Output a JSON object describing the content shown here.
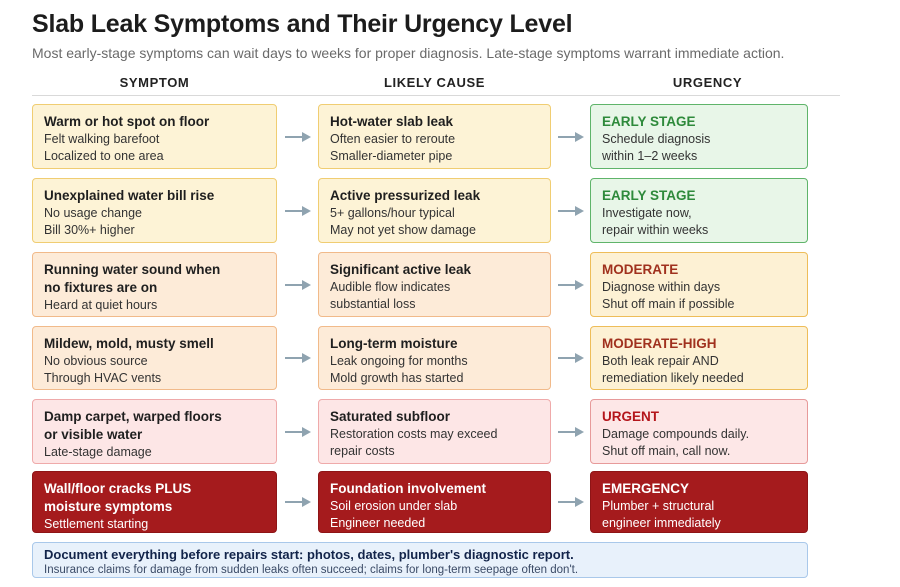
{
  "title": "Slab Leak Symptoms and Their Urgency Level",
  "subtitle": "Most early-stage symptoms can wait days to weeks for proper diagnosis. Late-stage symptoms warrant immediate action.",
  "columns": {
    "symptom": "SYMPTOM",
    "cause": "LIKELY CAUSE",
    "urgency": "URGENCY"
  },
  "rows": [
    {
      "symptom": {
        "head": [
          "Warm or hot spot on floor"
        ],
        "lines": [
          "Felt walking barefoot",
          "Localized to one area"
        ]
      },
      "cause": {
        "head": [
          "Hot-water slab leak"
        ],
        "lines": [
          "Often easier to reroute",
          "Smaller-diameter pipe"
        ]
      },
      "urgency": {
        "head": [
          "EARLY STAGE"
        ],
        "lines": [
          "Schedule diagnosis",
          "within 1–2 weeks"
        ]
      }
    },
    {
      "symptom": {
        "head": [
          "Unexplained water bill rise"
        ],
        "lines": [
          "No usage change",
          "Bill 30%+ higher"
        ]
      },
      "cause": {
        "head": [
          "Active pressurized leak"
        ],
        "lines": [
          "5+ gallons/hour typical",
          "May not yet show damage"
        ]
      },
      "urgency": {
        "head": [
          "EARLY STAGE"
        ],
        "lines": [
          "Investigate now,",
          "repair within weeks"
        ]
      }
    },
    {
      "symptom": {
        "head": [
          "Running water sound when",
          "no fixtures are on"
        ],
        "lines": [
          "Heard at quiet hours"
        ]
      },
      "cause": {
        "head": [
          "Significant active leak"
        ],
        "lines": [
          "Audible flow indicates",
          "substantial loss"
        ]
      },
      "urgency": {
        "head": [
          "MODERATE"
        ],
        "lines": [
          "Diagnose within days",
          "Shut off main if possible"
        ]
      }
    },
    {
      "symptom": {
        "head": [
          "Mildew, mold, musty smell"
        ],
        "lines": [
          "No obvious source",
          "Through HVAC vents"
        ]
      },
      "cause": {
        "head": [
          "Long-term moisture"
        ],
        "lines": [
          "Leak ongoing for months",
          "Mold growth has started"
        ]
      },
      "urgency": {
        "head": [
          "MODERATE-HIGH"
        ],
        "lines": [
          "Both leak repair AND",
          "remediation likely needed"
        ]
      }
    },
    {
      "symptom": {
        "head": [
          "Damp carpet, warped floors",
          "or visible water"
        ],
        "lines": [
          "Late-stage damage"
        ]
      },
      "cause": {
        "head": [
          "Saturated subfloor"
        ],
        "lines": [
          "Restoration costs may exceed",
          "repair costs"
        ]
      },
      "urgency": {
        "head": [
          "URGENT"
        ],
        "lines": [
          "Damage compounds daily.",
          "Shut off main, call now."
        ]
      }
    },
    {
      "symptom": {
        "head": [
          "Wall/floor cracks PLUS",
          "moisture symptoms"
        ],
        "lines": [
          "Settlement starting"
        ]
      },
      "cause": {
        "head": [
          "Foundation involvement"
        ],
        "lines": [
          "Soil erosion under slab",
          "Engineer needed"
        ]
      },
      "urgency": {
        "head": [
          "EMERGENCY"
        ],
        "lines": [
          "Plumber + structural",
          "engineer immediately"
        ]
      }
    }
  ],
  "note": {
    "head": "Document everything before repairs start: photos, dates, plumber's diagnostic report.",
    "text": "Insurance claims for damage from sudden leaks often succeed; claims for long-term seepage often don't."
  },
  "colors": {
    "arrow": "#8fa3b0",
    "early": "#2e8a3b",
    "moderate": "#a0311e",
    "urgent": "#b4151b",
    "emergency_bg": "#a51b1d",
    "note_bg": "#e8f1fb"
  },
  "icons": {
    "connector": "right-arrow-icon"
  }
}
